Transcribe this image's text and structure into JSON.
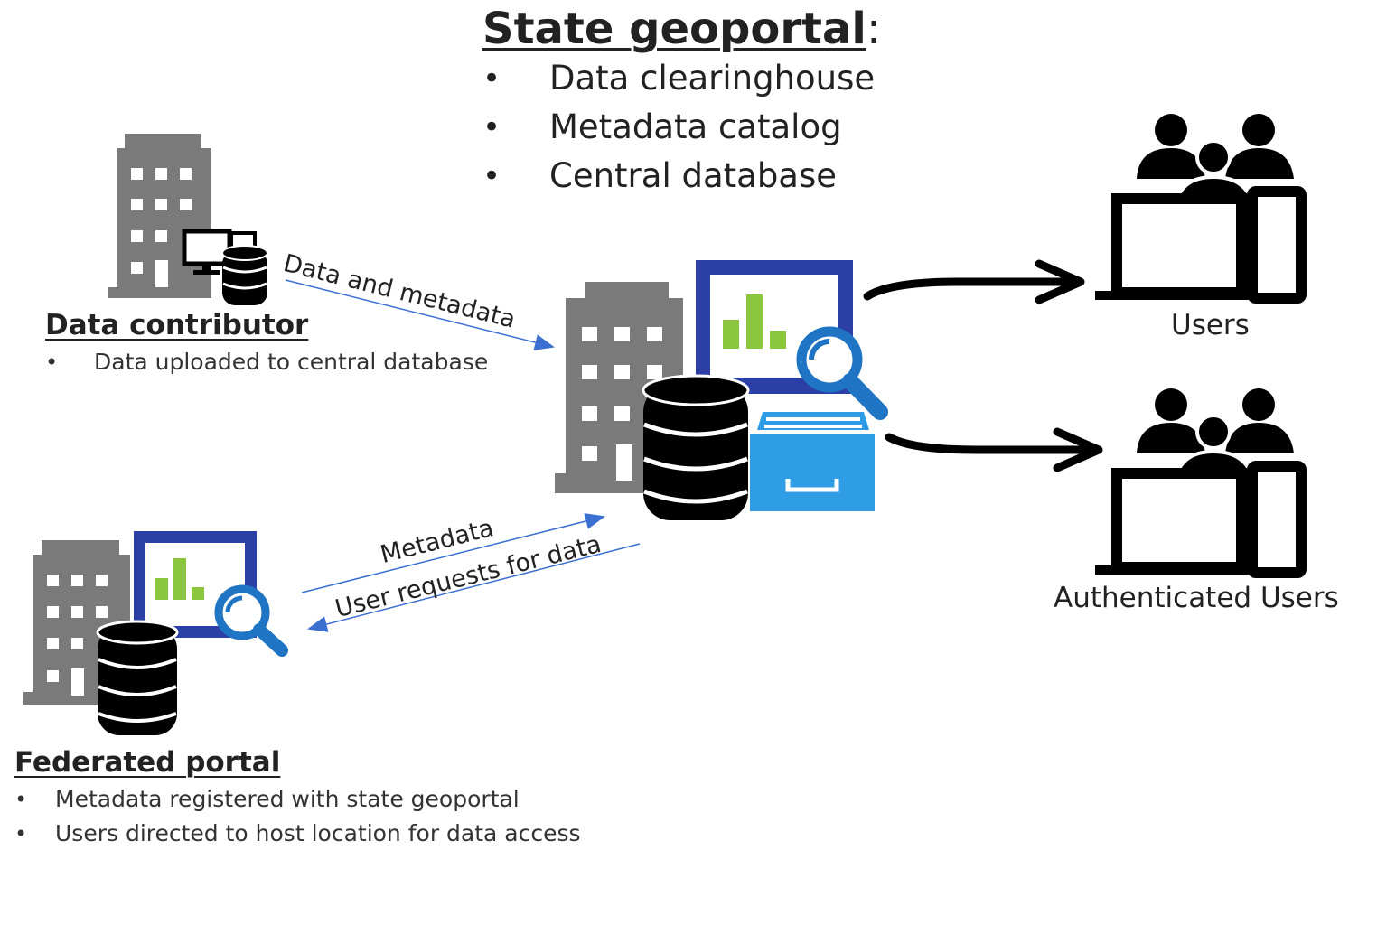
{
  "geoportal": {
    "title": "State geoportal",
    "colon": ":",
    "bullet": "•",
    "items": [
      "Data clearinghouse",
      "Metadata catalog",
      "Central database"
    ]
  },
  "contributor": {
    "title": "Data contributor",
    "bullet": "•",
    "items": [
      "Data uploaded to central database"
    ]
  },
  "federated": {
    "title": "Federated portal",
    "bullet": "•",
    "items": [
      "Metadata registered with state geoportal",
      "Users directed to host location for data access"
    ]
  },
  "flows": {
    "contributor_to_portal": "Data  and metadata",
    "federated_to_portal": "Metadata",
    "portal_to_federated": "User requests for data"
  },
  "audiences": {
    "users": "Users",
    "authenticated": "Authenticated Users"
  },
  "colors": {
    "building_gray": "#7a7a7a",
    "monitor_blue": "#2b3fa6",
    "magnifier_blue": "#1f74c4",
    "cabinet_blue": "#2f9de6",
    "bar_green": "#8cc63f",
    "flow_arrow_blue": "#3b6fd0",
    "ink": "#000000"
  }
}
